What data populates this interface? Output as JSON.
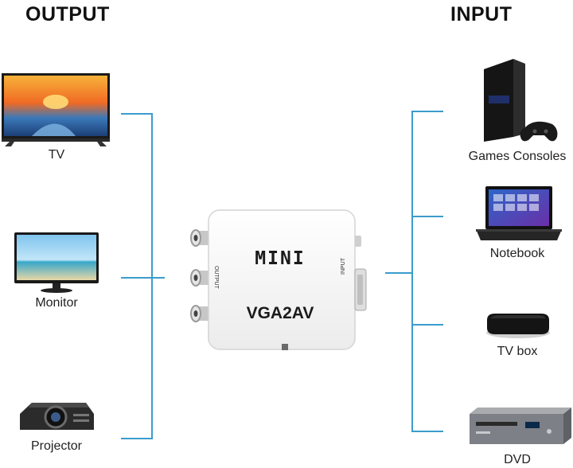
{
  "headings": {
    "output": "OUTPUT",
    "input": "INPUT"
  },
  "output_devices": [
    {
      "label": "TV",
      "icon": "tv-icon"
    },
    {
      "label": "Monitor",
      "icon": "monitor-icon"
    },
    {
      "label": "Projector",
      "icon": "projector-icon"
    }
  ],
  "input_devices": [
    {
      "label": "Games Consoles",
      "icon": "game-console-icon"
    },
    {
      "label": "Notebook",
      "icon": "laptop-icon"
    },
    {
      "label": "TV box",
      "icon": "tv-box-icon"
    },
    {
      "label": "DVD",
      "icon": "dvd-player-icon"
    }
  ],
  "adapter": {
    "brand": "MINI",
    "model": "VGA2AV",
    "output_port_label": "OUTPUT",
    "input_port_label": "INPUT"
  },
  "colors": {
    "connector_line": "#3b9ccc"
  }
}
